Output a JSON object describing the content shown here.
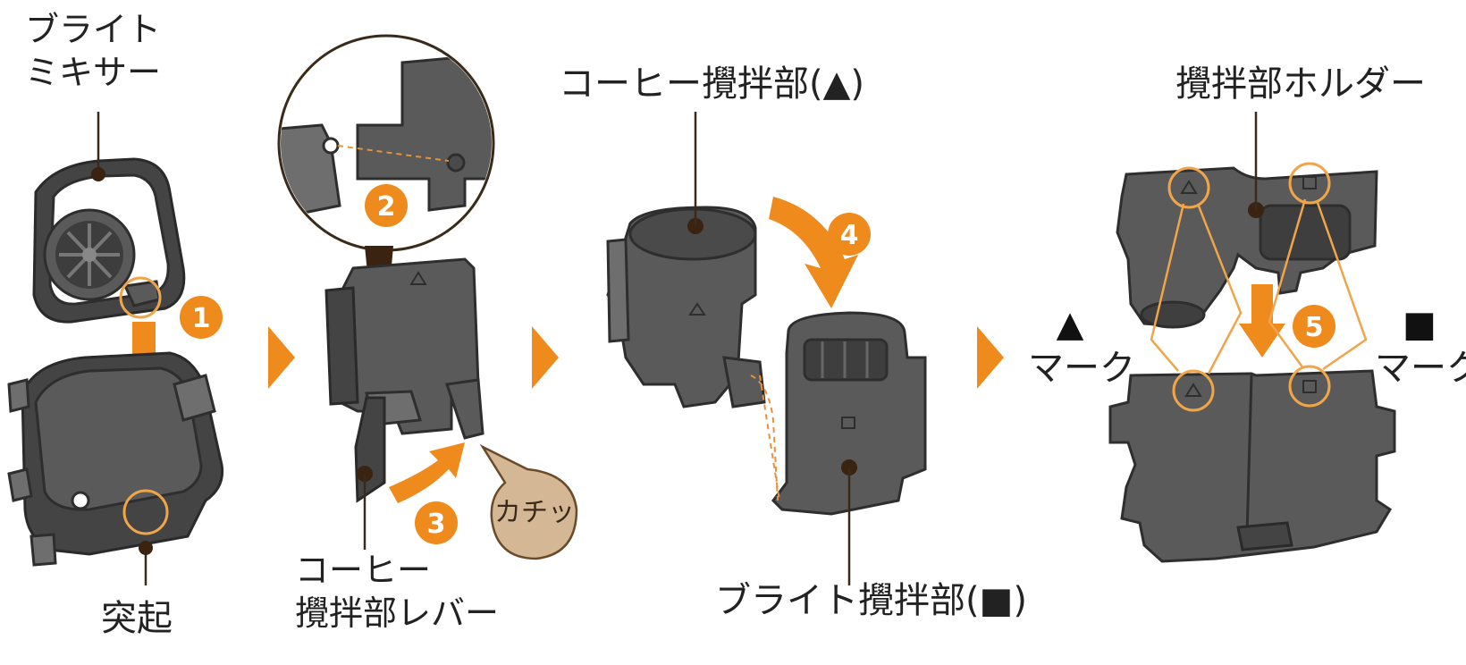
{
  "labels": {
    "bright_mixer": "ブライト\nミキサー",
    "protrusion": "突起",
    "coffee_lever": "コーヒー\n攪拌部レバー",
    "coffee_mixer": "コーヒー攪拌部(▲)",
    "bright_mixing": "ブライト攪拌部(■)",
    "holder": "攪拌部ホルダー",
    "triangle_mark": "マーク",
    "square_mark": "マーク",
    "triangle_symbol": "▲",
    "square_symbol": "■",
    "click_sound": "カチッ"
  },
  "steps": [
    "1",
    "2",
    "3",
    "4",
    "5"
  ],
  "colors": {
    "accent": "#ef8a1c",
    "part": "#5a5a5a",
    "bubble": "#d4b895",
    "ring": "#f0a54a"
  }
}
